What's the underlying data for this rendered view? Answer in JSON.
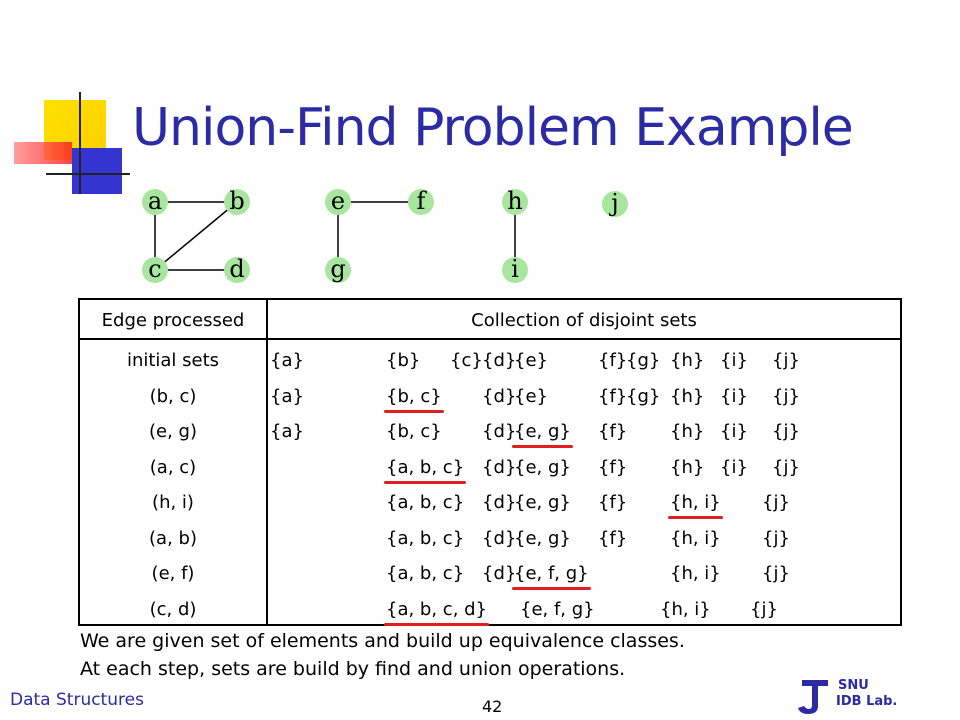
{
  "title": "Union-Find Problem Example",
  "graph": {
    "nodes": [
      "a",
      "b",
      "c",
      "d",
      "e",
      "f",
      "g",
      "h",
      "i",
      "j"
    ],
    "edges": [
      [
        "a",
        "b"
      ],
      [
        "a",
        "c"
      ],
      [
        "b",
        "c"
      ],
      [
        "c",
        "d"
      ],
      [
        "e",
        "f"
      ],
      [
        "e",
        "g"
      ],
      [
        "h",
        "i"
      ]
    ]
  },
  "table": {
    "headers": [
      "Edge processed",
      "Collection of disjoint sets"
    ],
    "rows": [
      {
        "edge": "initial sets",
        "sets": [
          "{a}",
          "{b}",
          "{c}",
          "{d}",
          "{e}",
          "{f}",
          "{g}",
          "{h}",
          "{i}",
          "{j}"
        ],
        "changed": []
      },
      {
        "edge": "(b, c)",
        "sets": [
          "{a}",
          "{b, c}",
          "{d}",
          "{e}",
          "{f}",
          "{g}",
          "{h}",
          "{i}",
          "{j}"
        ],
        "changed": [
          1
        ]
      },
      {
        "edge": "(e, g)",
        "sets": [
          "{a}",
          "{b, c}",
          "{d}",
          "{e, g}",
          "{f}",
          "{h}",
          "{i}",
          "{j}"
        ],
        "changed": [
          3
        ]
      },
      {
        "edge": "(a, c)",
        "sets": [
          "{a, b, c}",
          "{d}",
          "{e, g}",
          "{f}",
          "{h}",
          "{i}",
          "{j}"
        ],
        "changed": [
          0
        ]
      },
      {
        "edge": "(h, i)",
        "sets": [
          "{a, b, c}",
          "{d}",
          "{e, g}",
          "{f}",
          "{h, i}",
          "{j}"
        ],
        "changed": [
          4
        ]
      },
      {
        "edge": "(a, b)",
        "sets": [
          "{a, b, c}",
          "{d}",
          "{e, g}",
          "{f}",
          "{h, i}",
          "{j}"
        ],
        "changed": []
      },
      {
        "edge": "(e, f)",
        "sets": [
          "{a, b, c}",
          "{d}",
          "{e, f, g}",
          "{h, i}",
          "{j}"
        ],
        "changed": [
          2
        ]
      },
      {
        "edge": "(c, d)",
        "sets": [
          "{a, b, c, d}",
          "{e, f, g}",
          "{h, i}",
          "{j}"
        ],
        "changed": [
          0
        ]
      }
    ]
  },
  "notes": [
    "We are given set of elements and build up equivalence classes.",
    "At each step, sets are build by find and union operations."
  ],
  "footer": {
    "left": "Data Structures",
    "page": "42",
    "logo_line1": "SNU",
    "logo_line2": "IDB Lab."
  },
  "colors": {
    "title": "#2b2ba6",
    "node_fill": "#a8e6a0",
    "underline": "#e02020"
  }
}
